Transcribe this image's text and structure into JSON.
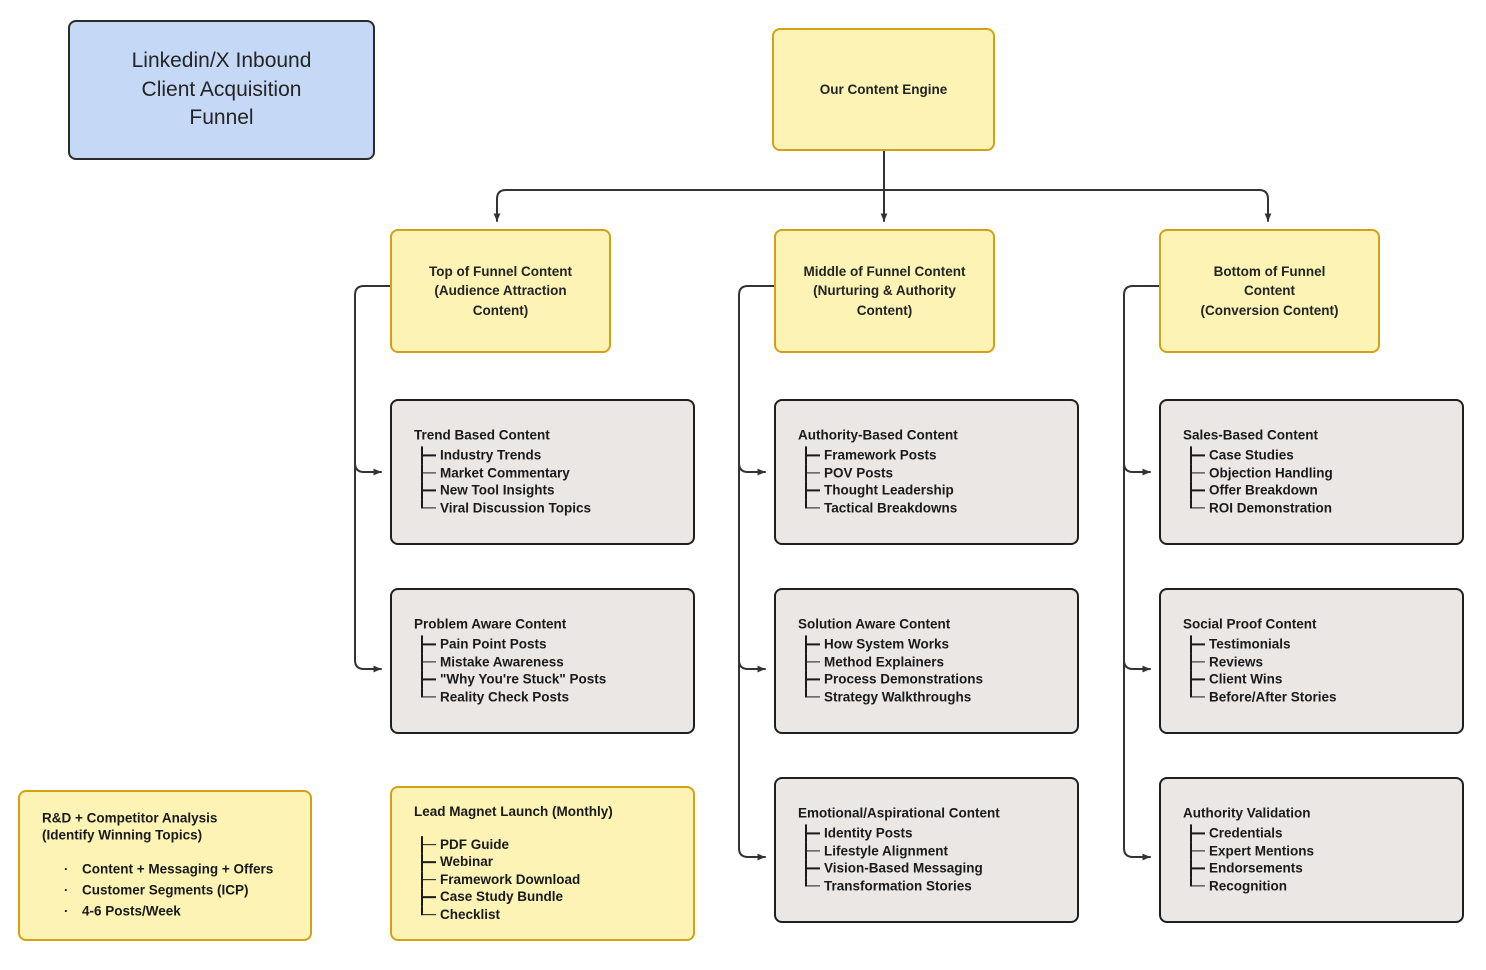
{
  "diagram": {
    "title_box": {
      "label": "Linkedin/X Inbound Client Acquisition Funnel",
      "line1": "Linkedin/X Inbound",
      "line2": "Client Acquisition",
      "line3": "Funnel",
      "fill": "#C5D9F7",
      "stroke": "#2b2b2b"
    },
    "root": {
      "label": "Our Content Engine",
      "fill": "#FCF3B5",
      "stroke": "#D4A017"
    },
    "stages": [
      {
        "id": "tofu",
        "line1": "Top of Funnel Content",
        "line2": "(Audience Attraction",
        "line3": "Content)"
      },
      {
        "id": "mofu",
        "line1": "Middle of Funnel Content",
        "line2": "(Nurturing & Authority",
        "line3": "Content)"
      },
      {
        "id": "bofu",
        "line1": "Bottom of Funnel",
        "line2": "Content",
        "line3": "(Conversion Content)"
      }
    ],
    "detail_boxes": [
      {
        "id": "trend-based-content",
        "title": "Trend Based Content",
        "items": [
          "Industry Trends",
          "Market Commentary",
          "New Tool Insights",
          "Viral Discussion Topics"
        ],
        "fill": "#EAE7E5",
        "stroke": "#1f1f1f"
      },
      {
        "id": "problem-aware-content",
        "title": "Problem Aware Content",
        "items": [
          "Pain Point Posts",
          "Mistake Awareness",
          "\"Why You're Stuck\" Posts",
          "Reality Check Posts"
        ],
        "fill": "#EAE7E5",
        "stroke": "#1f1f1f"
      },
      {
        "id": "authority-based-content",
        "title": "Authority-Based Content",
        "items": [
          "Framework Posts",
          "POV Posts",
          "Thought Leadership",
          "Tactical Breakdowns"
        ],
        "fill": "#EAE7E5",
        "stroke": "#1f1f1f"
      },
      {
        "id": "solution-aware-content",
        "title": "Solution Aware Content",
        "items": [
          "How System Works",
          "Method Explainers",
          "Process Demonstrations",
          "Strategy Walkthroughs"
        ],
        "fill": "#EAE7E5",
        "stroke": "#1f1f1f"
      },
      {
        "id": "emotional-aspirational-content",
        "title": "Emotional/Aspirational Content",
        "items": [
          "Identity Posts",
          "Lifestyle Alignment",
          "Vision-Based Messaging",
          "Transformation Stories"
        ],
        "fill": "#EAE7E5",
        "stroke": "#1f1f1f"
      },
      {
        "id": "sales-based-content",
        "title": "Sales-Based Content",
        "items": [
          "Case Studies",
          "Objection Handling",
          "Offer Breakdown",
          "ROI Demonstration"
        ],
        "fill": "#EAE7E5",
        "stroke": "#1f1f1f"
      },
      {
        "id": "social-proof-content",
        "title": "Social Proof Content",
        "items": [
          "Testimonials",
          "Reviews",
          "Client Wins",
          "Before/After Stories"
        ],
        "fill": "#EAE7E5",
        "stroke": "#1f1f1f"
      },
      {
        "id": "authority-validation",
        "title": "Authority Validation",
        "items": [
          "Credentials",
          "Expert Mentions",
          "Endorsements",
          "Recognition"
        ],
        "fill": "#EAE7E5",
        "stroke": "#1f1f1f"
      }
    ],
    "lead_magnet": {
      "title": "Lead Magnet Launch (Monthly)",
      "items": [
        "PDF Guide",
        "Webinar",
        "Framework Download",
        "Case Study Bundle",
        "Checklist"
      ],
      "fill": "#FCF3B5",
      "stroke": "#D4A017"
    },
    "rnd": {
      "title": "R&D + Competitor Analysis",
      "subtitle": "(Identify Winning Topics)",
      "bullet_glyph": "·",
      "items": [
        "Content + Messaging + Offers",
        "Customer Segments (ICP)",
        "4-6 Posts/Week"
      ],
      "fill": "#FCF3B5",
      "stroke": "#D4A017"
    },
    "connector_color": "#333333"
  }
}
